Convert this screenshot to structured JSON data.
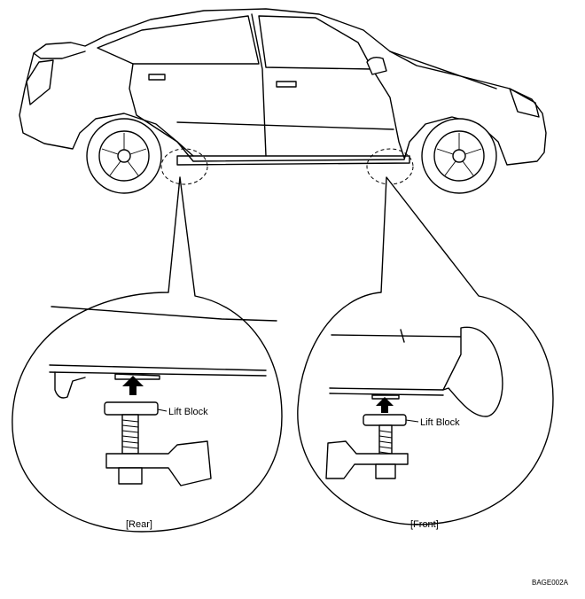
{
  "labels": {
    "rear_lift_block": "Lift Block",
    "front_lift_block": "Lift Block",
    "rear_caption": "[Rear]",
    "front_caption": "[Front]",
    "figure_code": "BAGE002A"
  }
}
